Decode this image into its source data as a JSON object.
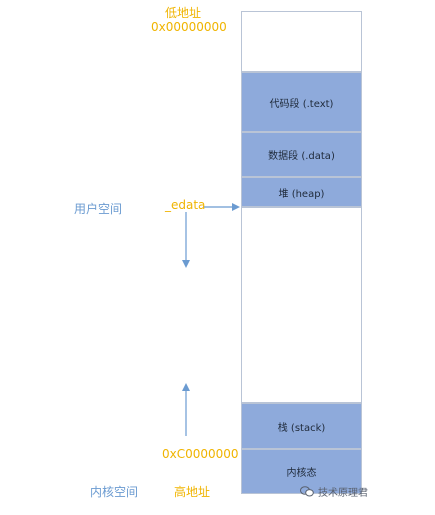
{
  "addresses": {
    "low_label": "低地址",
    "low_value": "0x00000000",
    "kernel_start_value": "0xC0000000",
    "high_label": "高地址"
  },
  "spaces": {
    "user": "用户空间",
    "kernel": "内核空间"
  },
  "pointer": {
    "edata": "_edata"
  },
  "segments": {
    "code": "代码段 (.text)",
    "data": "数据段 (.data)",
    "heap": "堆 (heap)",
    "stack": "栈 (stack)",
    "kernel": "内核态"
  },
  "watermark": {
    "text": "技术原理君"
  },
  "colors": {
    "segment_fill": "#8eaadb",
    "segment_border": "#b9c4d6",
    "address_text": "#f0b400",
    "space_text": "#6b9bd1",
    "arrow": "#6b9bd1"
  }
}
